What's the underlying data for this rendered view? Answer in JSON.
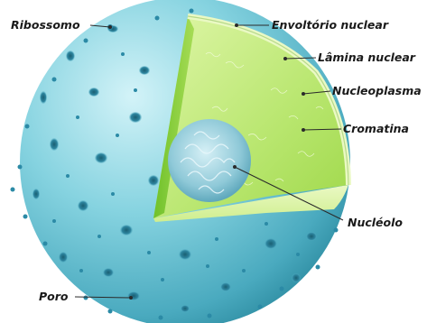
{
  "labels": {
    "ribossomo": "Ribossomo",
    "envoltorio": "Envoltório nuclear",
    "lamina": "Lâmina nuclear",
    "nucleoplasma": "Nucleoplasma",
    "cromatina": "Cromatina",
    "nucleolo": "Nucléolo",
    "poro": "Poro"
  },
  "colors": {
    "sphere_light": "#c8eef4",
    "sphere_mid": "#6cc6d6",
    "sphere_dark": "#2f8ea3",
    "ribosome": "#2b8aa6",
    "pore": "#1f6b80",
    "nucleoplasm_light": "#e4f7b4",
    "nucleoplasm_dark": "#9fd84a",
    "lamina_edge": "#d9f3a6",
    "nucleolus": "#8fc9d8",
    "leader_line": "#2a2a2a"
  }
}
